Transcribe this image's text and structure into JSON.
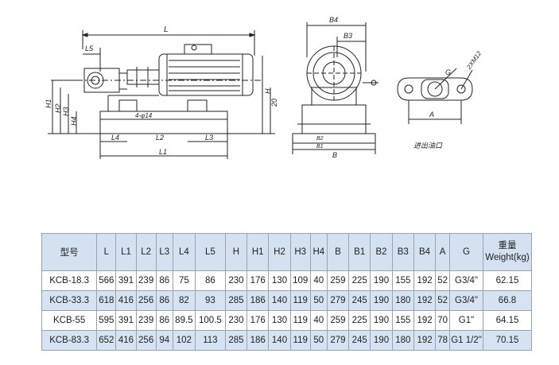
{
  "drawing": {
    "side_view_labels": [
      "L",
      "L5",
      "H1",
      "H2",
      "H3",
      "H4",
      "H",
      "20",
      "4-φ14",
      "L4",
      "L2",
      "L3",
      "L1"
    ],
    "front_view_labels": [
      "B4",
      "B3",
      "B2",
      "B1",
      "B"
    ],
    "port_view_labels": [
      "2XM12",
      "G",
      "A"
    ],
    "port_caption": "进出油口"
  },
  "table": {
    "columns": [
      "型号",
      "L",
      "L1",
      "L2",
      "L3",
      "L4",
      "L5",
      "H",
      "H1",
      "H2",
      "H3",
      "H4",
      "B",
      "B1",
      "B2",
      "B3",
      "B4",
      "A",
      "G",
      "重量"
    ],
    "weight_sub": "Weight(kg)",
    "rows": [
      [
        "KCB-18.3",
        "566",
        "391",
        "239",
        "86",
        "75",
        "86",
        "230",
        "176",
        "130",
        "109",
        "40",
        "259",
        "225",
        "190",
        "155",
        "192",
        "52",
        "G3/4\"",
        "62.15"
      ],
      [
        "KCB-33.3",
        "618",
        "416",
        "256",
        "86",
        "82",
        "93",
        "285",
        "186",
        "140",
        "119",
        "50",
        "279",
        "245",
        "190",
        "180",
        "192",
        "52",
        "G3/4\"",
        "66.8"
      ],
      [
        "KCB-55",
        "595",
        "391",
        "239",
        "86",
        "89.5",
        "100.5",
        "230",
        "176",
        "130",
        "119",
        "40",
        "259",
        "225",
        "190",
        "155",
        "192",
        "70",
        "G1\"",
        "64.15"
      ],
      [
        "KCB-83.3",
        "652",
        "416",
        "256",
        "94",
        "102",
        "113",
        "285",
        "186",
        "140",
        "119",
        "50",
        "279",
        "245",
        "190",
        "180",
        "192",
        "78",
        "G1 1/2\"",
        "70.15"
      ]
    ]
  }
}
